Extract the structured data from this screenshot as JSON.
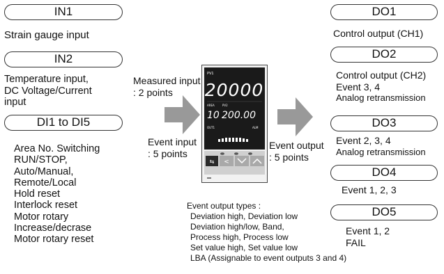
{
  "left": {
    "in1": {
      "label": "IN1",
      "desc": "Strain gauge input"
    },
    "in2": {
      "label": "IN2",
      "desc": [
        "Temperature input,",
        "DC Voltage/Current",
        "input"
      ]
    },
    "di": {
      "label": "DI1 to DI5",
      "desc": [
        "Area No. Switching",
        "RUN/STOP,",
        "Auto/Manual,",
        "Remote/Local",
        "Hold reset",
        "Interlock reset",
        "Motor rotary",
        "Increase/decrase",
        "Motor rotary reset"
      ]
    }
  },
  "middle": {
    "measured_input": [
      "Measured input",
      ": 2 points"
    ],
    "event_input": [
      "Event input",
      ": 5 points"
    ],
    "event_output": [
      "Event output",
      ": 5 points"
    ]
  },
  "device": {
    "pv_label": "PV1",
    "pv_value": "20000",
    "area_label": "AREA",
    "pv2_label": "PV2",
    "area_no": "10",
    "sv_value": "200.00",
    "out_label": "OUT1",
    "alm_label": "ALM"
  },
  "event_types": {
    "title": "Event output types :",
    "items": [
      "Deviation high, Deviation low",
      "Deviation high/low, Band,",
      "Process high, Process low",
      "Set value high, Set value low",
      "LBA (Assignable to event outputs 3 and 4)"
    ]
  },
  "right": {
    "do1": {
      "label": "DO1",
      "desc": [
        "Control output (CH1)"
      ]
    },
    "do2": {
      "label": "DO2",
      "desc": [
        "Control output (CH2)",
        "Event 3, 4",
        "Analog retransmission"
      ]
    },
    "do3": {
      "label": "DO3",
      "desc": [
        "Event 2, 3, 4",
        "Analog retransmission"
      ]
    },
    "do4": {
      "label": "DO4",
      "desc": [
        "Event 1, 2, 3"
      ]
    },
    "do5": {
      "label": "DO5",
      "desc": [
        "Event 1, 2",
        "FAIL"
      ]
    }
  },
  "colors": {
    "arrow": "#999999",
    "border": "#333333",
    "device_body": "#1a1a1a",
    "device_keys": "#c8c8c8"
  }
}
